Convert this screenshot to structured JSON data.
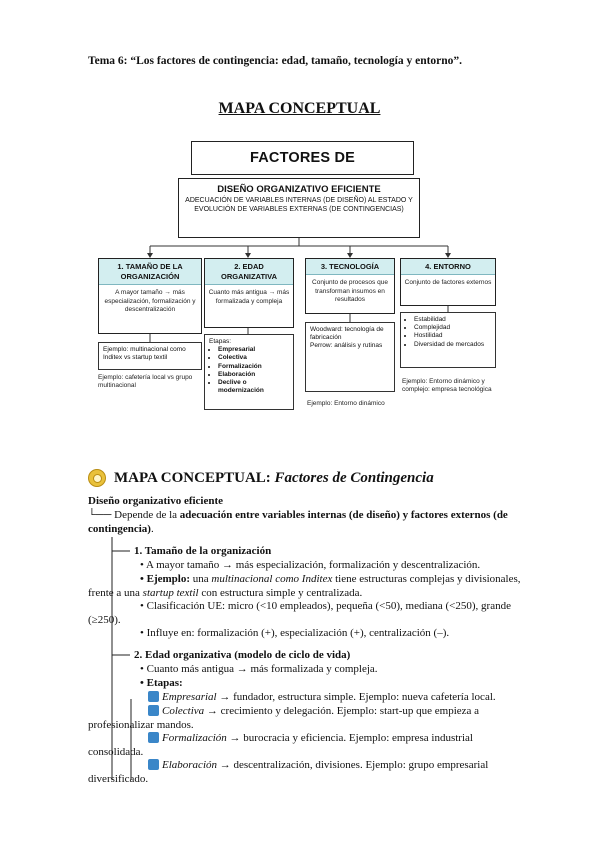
{
  "doc_title": "Tema 6: “Los factores de contingencia: edad, tamaño, tecnología y entorno”.",
  "map_heading": "MAPA CONCEPTUAL",
  "diagram": {
    "main_title": "FACTORES DE CONTINGENCIA",
    "diseno_title": "DISEÑO ORGANIZATIVO EFICIENTE",
    "diseno_desc": "ADECUACIÓN DE VARIABLES INTERNAS (DE DISEÑO) AL ESTADO Y EVOLUCIÓN DE VARIABLES EXTERNAS (DE CONTINGENCIAS)",
    "columns": [
      {
        "head": "1. TAMAÑO DE LA ORGANIZACIÓN",
        "body": "A mayor tamaño → más especialización, formalización y descentralización",
        "sub": "Ejemplo: multinacional como Inditex vs startup textil",
        "under": "Ejemplo: cafetería local vs grupo multinacional"
      },
      {
        "head": "2. EDAD ORGANIZATIVA",
        "body": "Cuanto más antigua → más formalizada y compleja",
        "sub_title": "Etapas:",
        "sub_items": [
          "Empresarial",
          "Colectiva",
          "Formalización",
          "Elaboración",
          "Declive o modernización"
        ]
      },
      {
        "head": "3. TECNOLOGÍA",
        "body": "Conjunto de procesos que transforman insumos en resultados",
        "sub_items": [
          "Woodward: tecnología de fabricación",
          "Perrow: análisis y rutinas"
        ],
        "under": "Ejemplo: Entorno dinámico"
      },
      {
        "head": "4. ENTORNO",
        "body": "Conjunto de factores externos",
        "sub_items": [
          "Estabilidad",
          "Complejidad",
          "Hostilidad",
          "Diversidad de mercados"
        ],
        "under": "Ejemplo: Entorno dinámico y complejo: empresa tecnológica"
      }
    ]
  },
  "section": {
    "icon": "gear-icon",
    "title_plain": "MAPA CONCEPTUAL:",
    "title_italic": "Factores de Contingencia",
    "diseno_heading": "Diseño organizativo eficiente",
    "diseno_line_a": "└── Depende de la",
    "diseno_line_bold": "adecuación entre variables internas (de diseño) y factores externos (de contingencia)",
    "diseno_line_end": ".",
    "tamano_heading": "1. Tamaño de la organización",
    "tamano_b1": "• A mayor tamaño → más especialización, formalización y descentralización.",
    "tamano_b2_bold": "• Ejemplo:",
    "tamano_b2_a": "una",
    "tamano_b2_italic": "multinacional como Inditex",
    "tamano_b2_b": "tiene estructuras complejas y divisionales, frente a una",
    "tamano_b2_italic2": "startup textil",
    "tamano_b2_c": "con estructura simple y centralizada.",
    "tamano_b3": "• Clasificación UE: micro (<10 empleados), pequeña (<50), mediana (<250), grande (≥250).",
    "tamano_b4": "• Influye en: formalización (+), especialización (+), centralización (–).",
    "edad_heading": "2. Edad organizativa (modelo de ciclo de vida)",
    "edad_b1": "• Cuanto más antigua → más formalizada y compleja.",
    "edad_b2": "• Etapas:",
    "etapas": [
      {
        "n": "1",
        "name": "Empresarial",
        "text": "→ fundador, estructura simple. Ejemplo: nueva cafetería local."
      },
      {
        "n": "2",
        "name": "Colectiva",
        "text": "→ crecimiento y delegación. Ejemplo: start-up que empieza a profesionalizar mandos."
      },
      {
        "n": "3",
        "name": "Formalización",
        "text": "→ burocracia y eficiencia. Ejemplo: empresa industrial consolidada."
      },
      {
        "n": "4",
        "name": "Elaboración",
        "text": "→ descentralización, divisiones. Ejemplo: grupo empresarial diversificado."
      }
    ]
  }
}
